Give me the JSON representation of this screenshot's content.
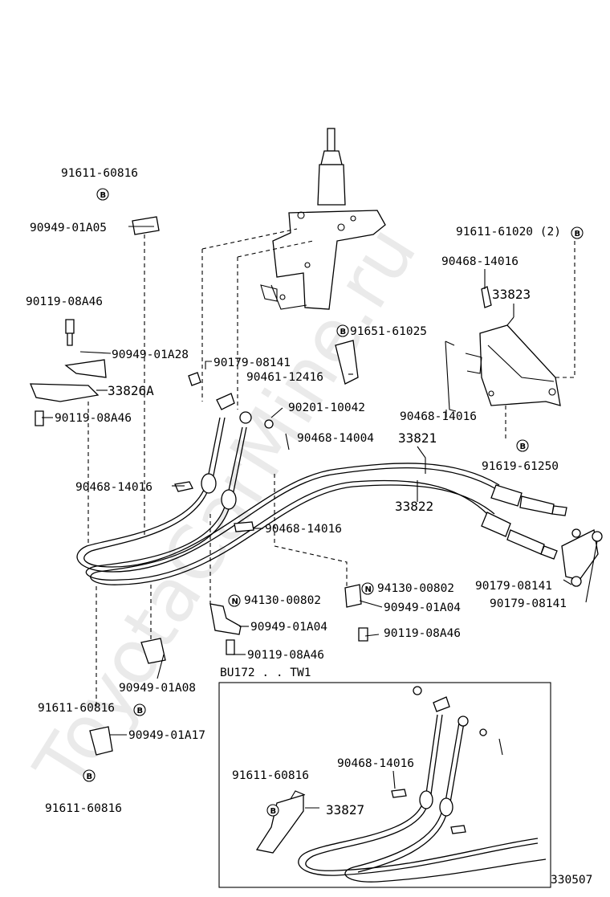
{
  "watermark": "ToyotaCarMine.ru",
  "footer_code": "330507",
  "inset_title": "BU172 . . TW1",
  "circle_marks": {
    "bolt": "B",
    "nut": "N"
  },
  "labels": {
    "l_91611_60816_top": "91611-60816",
    "l_90949_01A05": "90949-01A05",
    "l_91611_61020": "91611-61020 (2)",
    "l_90468_14016_a": "90468-14016",
    "l_33823": "33823",
    "l_90119_08A46_a": "90119-08A46",
    "l_91651_61025": "91651-61025",
    "l_90949_01A28": "90949-01A28",
    "l_90179_08141_a": "90179-08141",
    "l_90461_12416": "90461-12416",
    "l_33826A": "33826A",
    "l_90201_10042": "90201-10042",
    "l_90468_14016_b": "90468-14016",
    "l_90119_08A46_b": "90119-08A46",
    "l_90468_14004": "90468-14004",
    "l_33821": "33821",
    "l_91619_61250": "91619-61250",
    "l_90468_14016_c": "90468-14016",
    "l_33822": "33822",
    "l_90468_14016_d": "90468-14016",
    "l_94130_00802_a": "94130-00802",
    "l_90179_08141_b": "90179-08141",
    "l_90949_01A04_a": "90949-01A04",
    "l_90179_08141_c": "90179-08141",
    "l_94130_00802_b": "94130-00802",
    "l_90949_01A04_b": "90949-01A04",
    "l_90119_08A46_c": "90119-08A46",
    "l_90119_08A46_d": "90119-08A46",
    "l_90949_01A08": "90949-01A08",
    "l_91611_60816_mid": "91611-60816",
    "l_90949_01A17": "90949-01A17",
    "l_91611_60816_bot": "91611-60816",
    "l_90468_14016_inset": "90468-14016",
    "l_91611_60816_inset": "91611-60816",
    "l_33827": "33827"
  }
}
